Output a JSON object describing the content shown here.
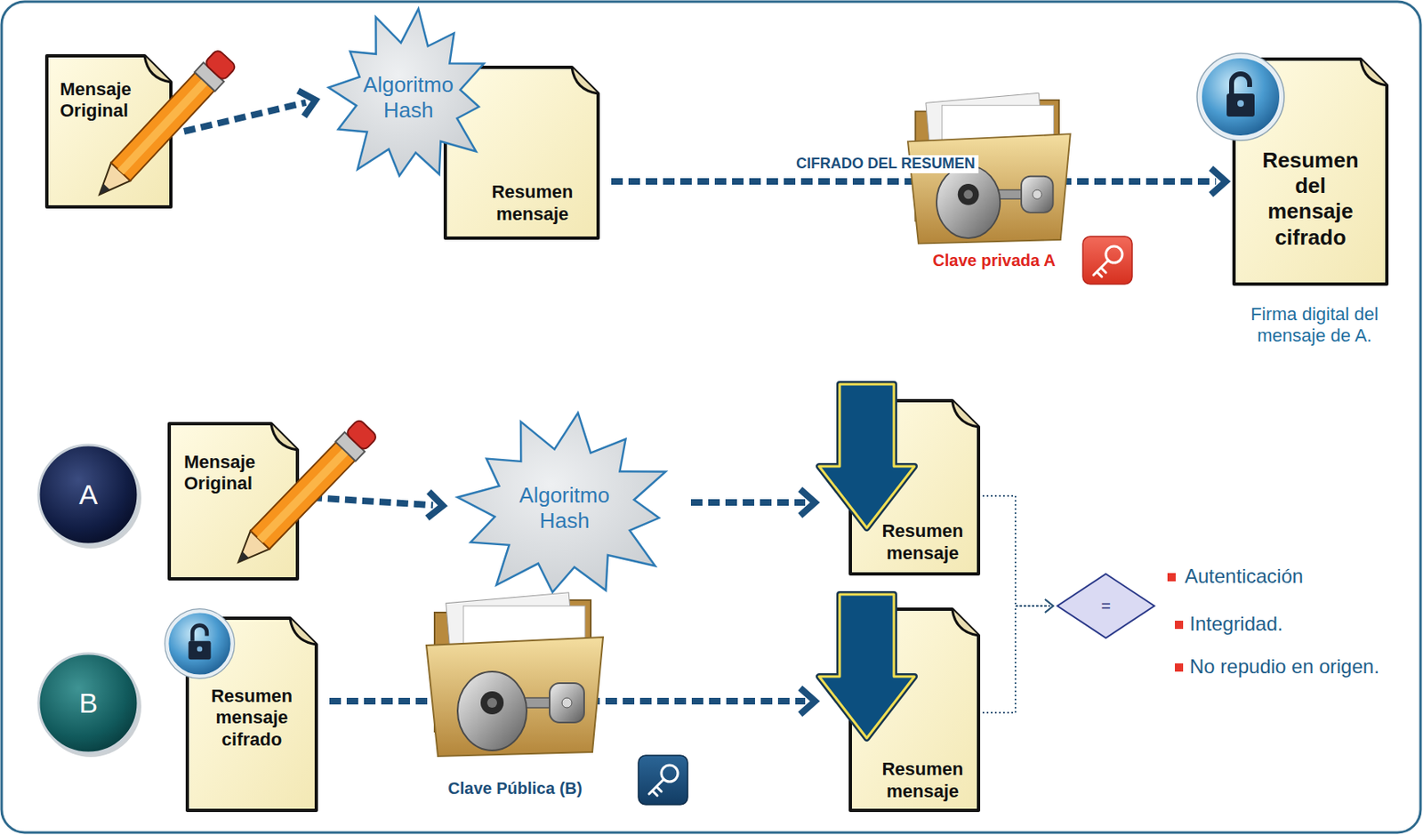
{
  "diagram": {
    "nodes": [
      {
        "text": [
          "Mensaje Original"
        ]
      },
      {
        "text": [
          "Algoritmo Hash"
        ]
      },
      {
        "text": [
          "Resumen mensaje"
        ]
      },
      {
        "text": [
          "Resumen del mensaje cifrado"
        ]
      },
      {
        "text": [
          "A"
        ]
      },
      {
        "text": [
          "Mensaje Original"
        ]
      },
      {
        "text": [
          "Algoritmo Hash"
        ]
      },
      {
        "text": [
          "Resumen mensaje"
        ]
      },
      {
        "text": [
          "B"
        ]
      },
      {
        "text": [
          "Resumen mensaje cifrado"
        ]
      },
      {
        "text": [
          "Resumen mensaje"
        ]
      },
      {
        "text": [
          "="
        ]
      }
    ],
    "edges": [
      {
        "from": 0,
        "to": 1,
        "arrow": "to"
      },
      {
        "from": 2,
        "to": 3,
        "label": "CIFRADO DEL RESUMEN",
        "arrow": "to"
      },
      {
        "from": 5,
        "to": 6,
        "arrow": "to"
      },
      {
        "from": 6,
        "to": 7,
        "arrow": "to"
      },
      {
        "from": 9,
        "to": 10,
        "arrow": "to"
      },
      {
        "from": 7,
        "to": 11,
        "arrow": "to"
      },
      {
        "from": 10,
        "to": 11,
        "arrow": "to"
      }
    ],
    "labels": [
      "Clave privada A",
      "Firma digital del mensaje de A.",
      "Clave Pública (B)",
      "Autenticación",
      "Integridad.",
      "No repudio en origen."
    ]
  }
}
